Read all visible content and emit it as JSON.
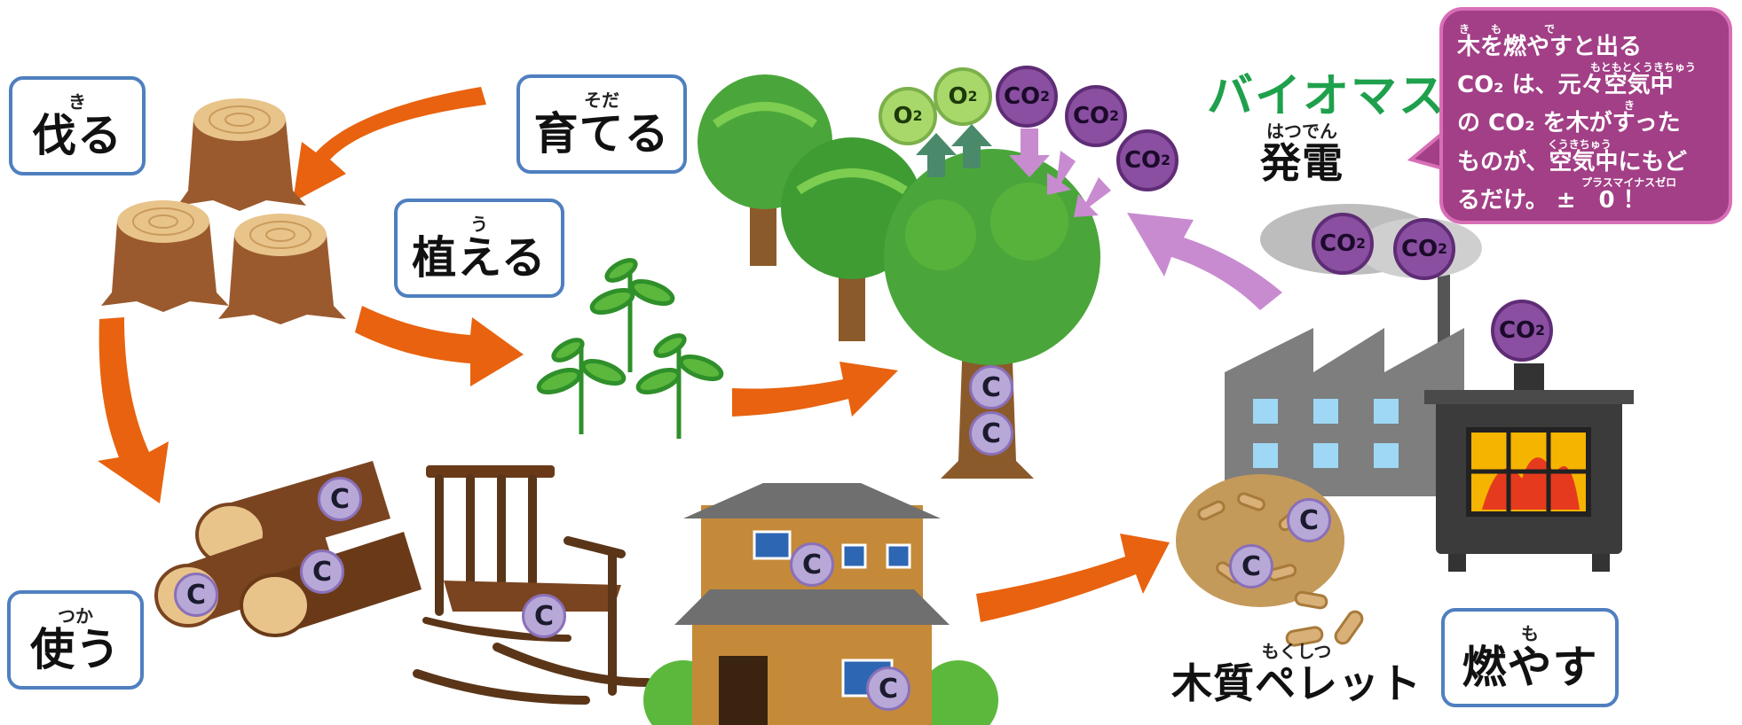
{
  "labels": {
    "cut": {
      "ruby": "き",
      "text": "伐る"
    },
    "grow": {
      "ruby": "そだ",
      "text": "育てる"
    },
    "plant": {
      "ruby": "う",
      "text": "植える"
    },
    "use": {
      "ruby": "つか",
      "text": "使う"
    },
    "burn": {
      "ruby": "も",
      "text": "燃やす"
    },
    "pellet": {
      "ruby": "もくしつ",
      "text": "木質ペレット"
    },
    "biomass": {
      "title": "バイオマス",
      "ruby": "はつでん",
      "text": "発電"
    }
  },
  "bubble": {
    "line1": "木を燃やすと出る",
    "line1_ruby": "き　　も　　　　で",
    "line2": "CO₂ は、元々空気中",
    "line2_ruby": "もともとくうきちゅう",
    "line3": "の CO₂ を木がすった",
    "line3_ruby": "き",
    "line4": "ものが、空気中にもど",
    "line4_ruby": "くうきちゅう",
    "line5": "るだけ。 ±　0 ！",
    "line5_ruby": "プラスマイナスゼロ"
  },
  "molecules": {
    "carbon": "C",
    "co2": "CO",
    "co2_sub": "2",
    "o2": "O",
    "o2_sub": "2"
  },
  "colors": {
    "arrow_orange": "#e8620f",
    "arrow_purple": "#c88bd0",
    "label_border": "#4f7fbf",
    "biomass_green": "#1fa04c",
    "bubble_fill": "#a23f86"
  }
}
